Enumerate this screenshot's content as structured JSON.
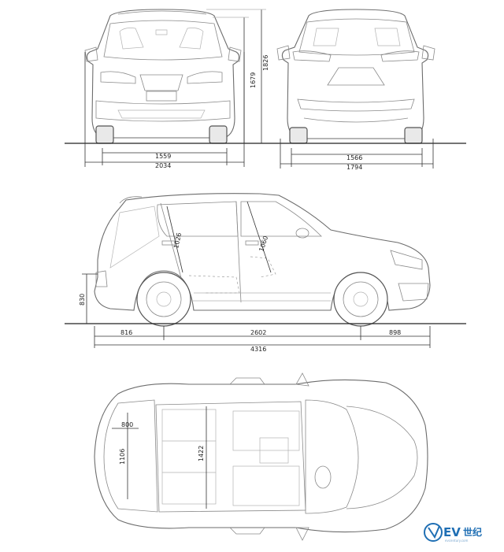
{
  "rear_view": {
    "width_track": "1559",
    "width_overall": "2034",
    "height_inner": "1679",
    "height_overall": "1826"
  },
  "front_view": {
    "width_track": "1566",
    "width_overall": "1794"
  },
  "side_view": {
    "ground_clearance_height": "830",
    "rear_overhang": "816",
    "wheelbase": "2602",
    "front_overhang": "898",
    "overall_length": "4316",
    "rear_door_opening": "1026",
    "front_door_opening": "1060"
  },
  "top_view": {
    "cargo_length": "800",
    "cargo_width": "1106",
    "interior_width": "1422"
  },
  "watermark": {
    "brand_latin": "EV",
    "brand_cn": "世纪",
    "brand_sub": "evcentury.com"
  }
}
